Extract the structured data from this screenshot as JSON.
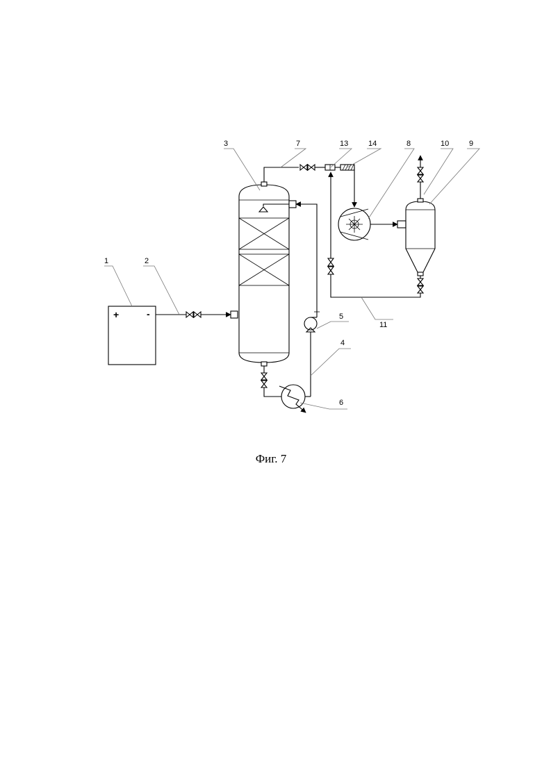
{
  "labels": {
    "l1": "1",
    "l2": "2",
    "l3": "3",
    "l4": "4",
    "l5": "5",
    "l6": "6",
    "l7": "7",
    "l8": "8",
    "l9": "9",
    "l10": "10",
    "l11": "11",
    "l13": "13",
    "l14": "14"
  },
  "source": {
    "plus": "+",
    "minus": "-"
  },
  "caption": "Фиг. 7"
}
